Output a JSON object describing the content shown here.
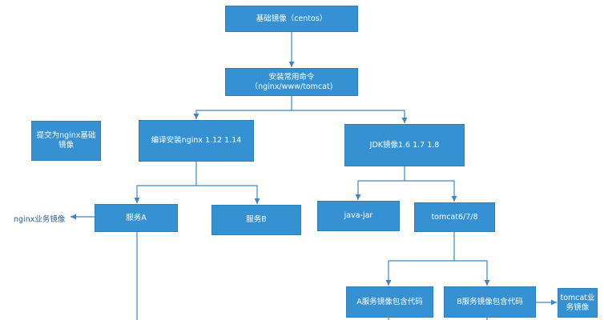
{
  "nodes": {
    "base_image": "基础镜像（centos）",
    "install_cmds": "安装常用命令（nginx/www/tomcat)",
    "commit_nginx": "提交为nginx基础镜像",
    "compile_nginx": "编译安装nginx 1.12 1.14",
    "jdk_image": "JDK镜像1.6 1.7 1.8",
    "service_a": "服务A",
    "service_b": "服务B",
    "java_jar": "java-jar",
    "tomcat": "tomcat6/7/8",
    "a_service_code": "A服务镜像包含代码",
    "b_service_code": "B服务镜像包含代码",
    "tomcat_business": "tomcat业务镜像"
  },
  "labels": {
    "nginx_business": "nginx业务镜像"
  }
}
